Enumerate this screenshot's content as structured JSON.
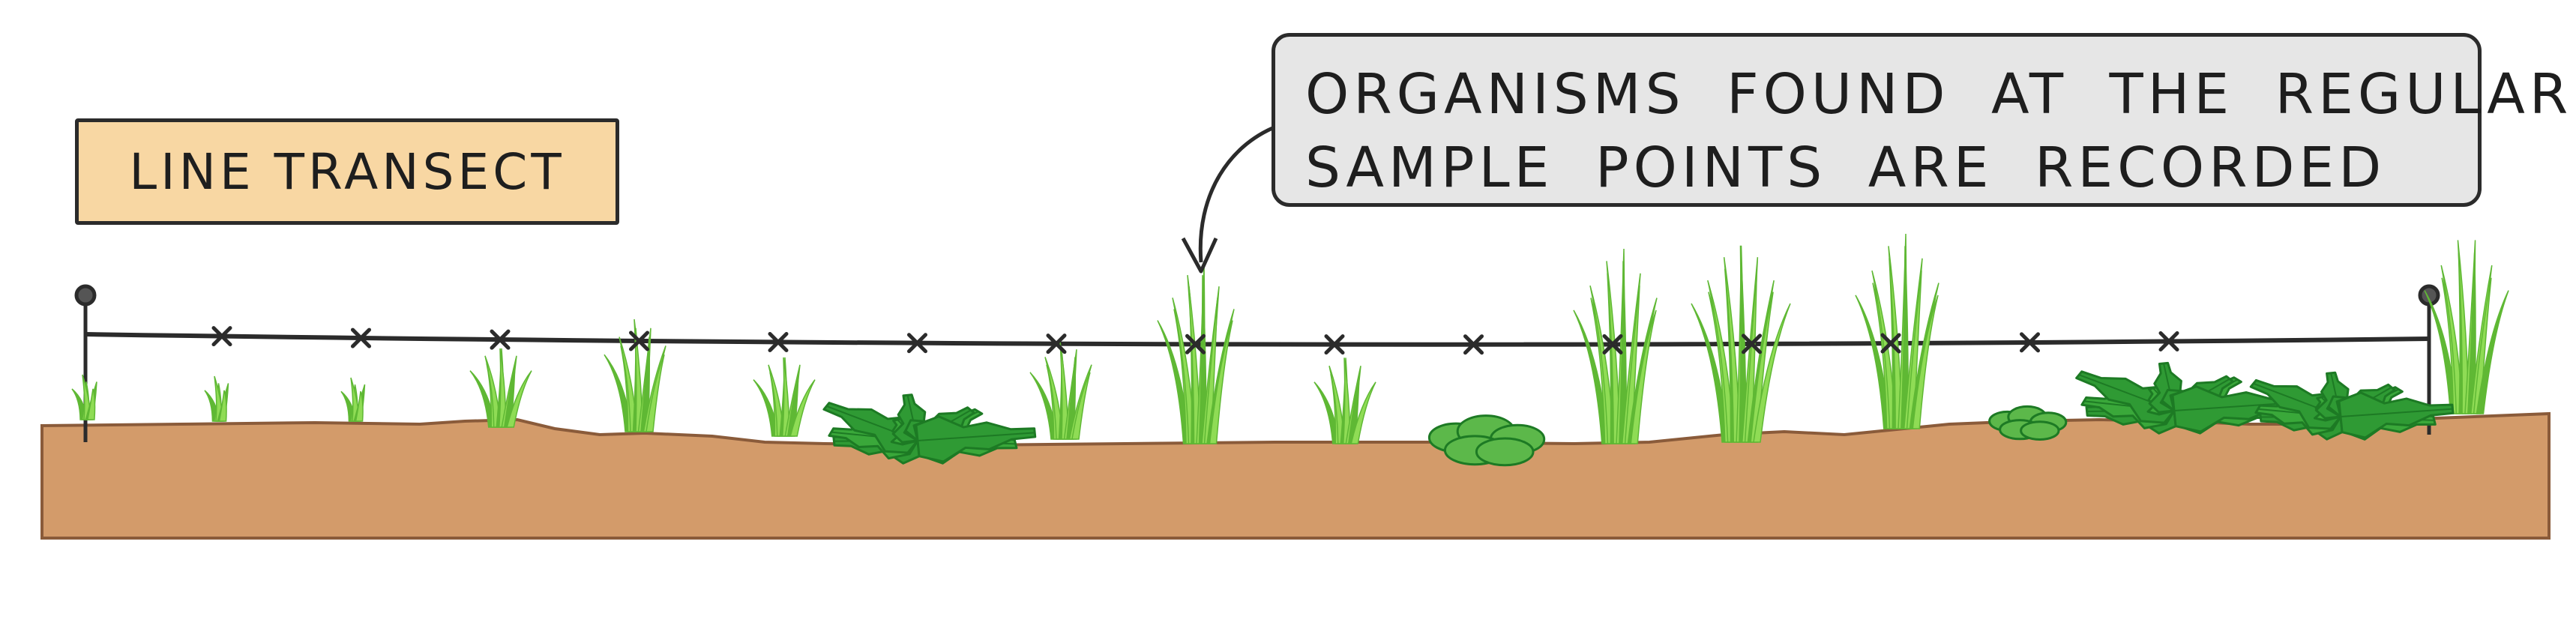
{
  "diagram": {
    "title_label": "LINE TRANSECT",
    "callout": {
      "line1": "ORGANISMS FOUND AT THE REGULAR",
      "line2": "SAMPLE POINTS ARE RECORDED"
    },
    "sample_points_count": 15,
    "colors": {
      "soil": "#d39b6a",
      "soil_edge": "#8a5b3a",
      "grass": "#8fdc55",
      "grass_dark": "#5fb834",
      "weed": "#3aa83a",
      "weed_dark": "#1d7a24",
      "clover": "#5cb84a",
      "label_box": "#f8d7a3",
      "callout_box": "#e6e6e6",
      "line": "#2b2b2b"
    }
  }
}
